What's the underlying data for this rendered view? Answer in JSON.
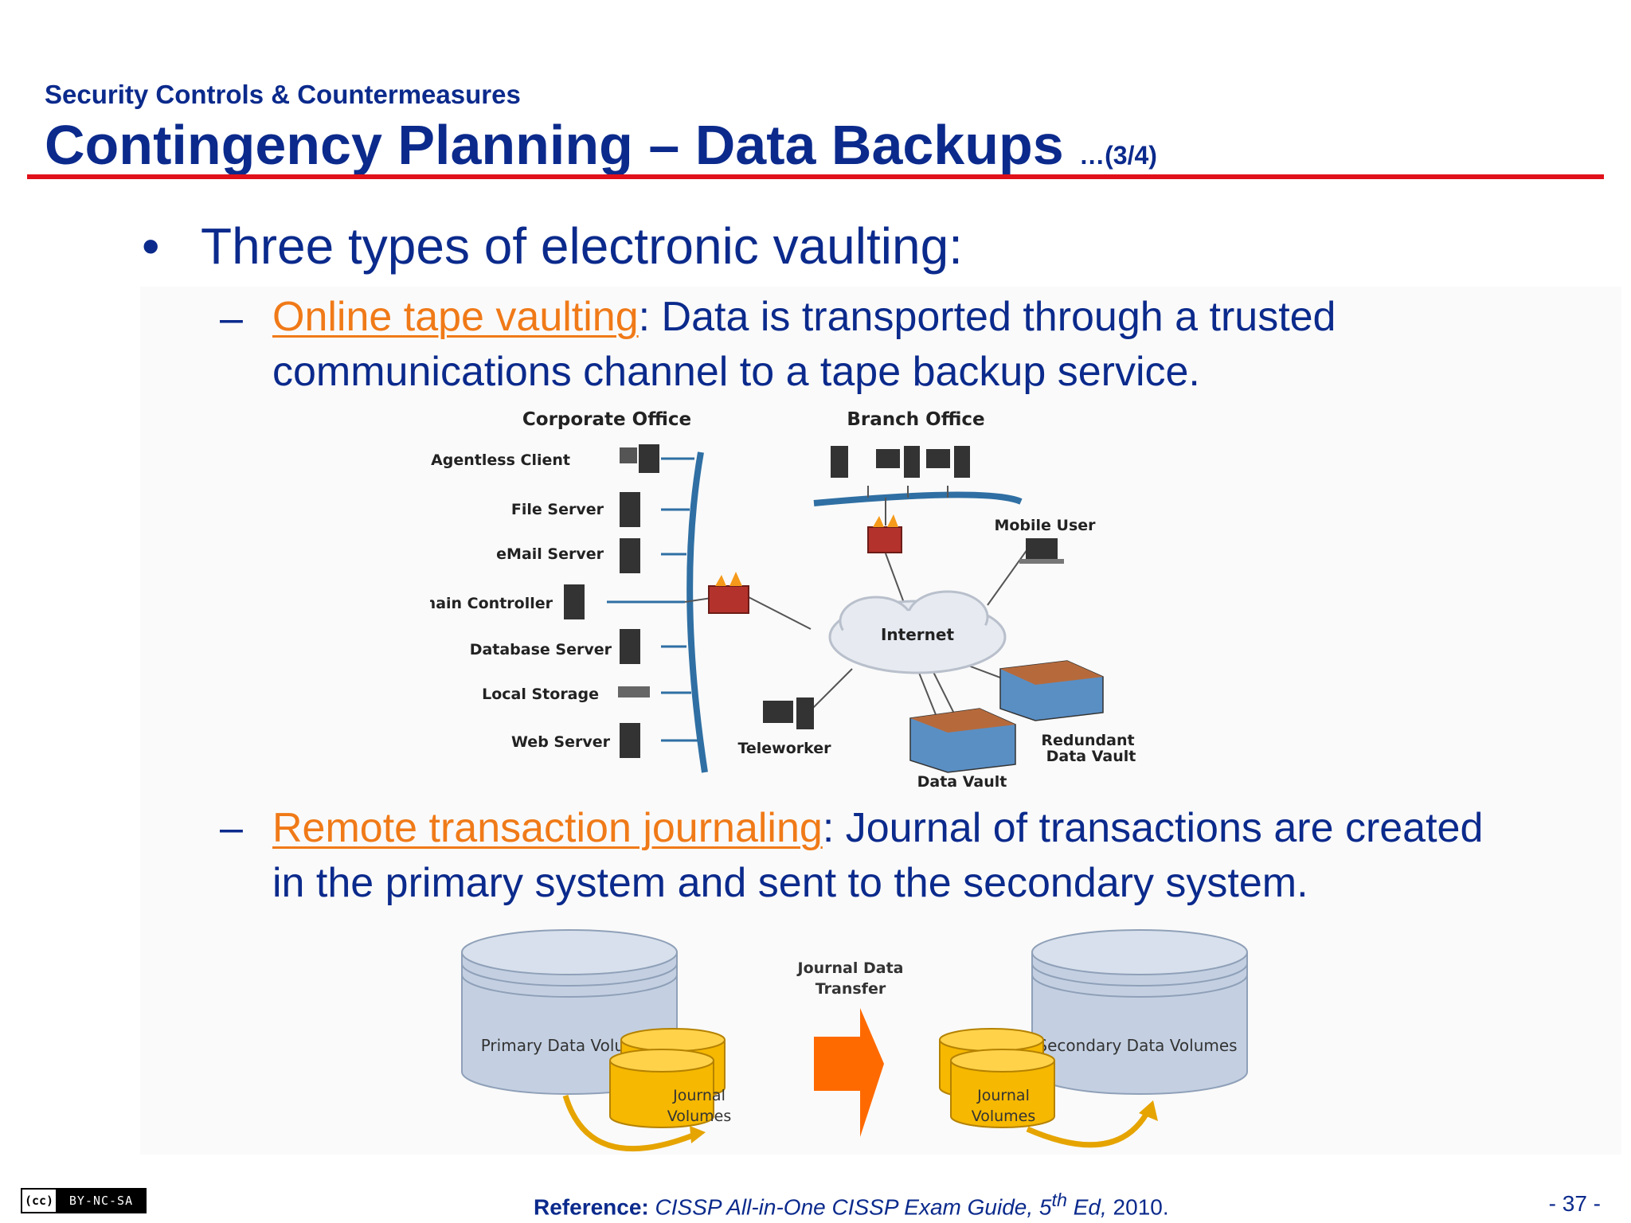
{
  "header": {
    "kicker": "Security Controls & Countermeasures",
    "title": "Contingency Planning – Data Backups",
    "page_marker": "…(3/4)"
  },
  "bullet": {
    "symbol": "•",
    "text": "Three types of electronic vaulting:"
  },
  "items": [
    {
      "dash": "–",
      "term": "Online tape vaulting",
      "text": ":  Data is transported through a trusted communications channel to a tape backup service."
    },
    {
      "dash": "–",
      "term": "Remote transaction journaling",
      "text": ": Journal of transactions are created in the primary system and sent to the secondary system."
    }
  ],
  "network_diagram": {
    "corporate_office": "Corporate Office",
    "branch_office": "Branch Office",
    "corporate_nodes": [
      "Agentless Client",
      "File Server",
      "eMail Server",
      "Domain Controller",
      "Database Server",
      "Local Storage",
      "Web Server"
    ],
    "mobile_user": "Mobile User",
    "internet": "Internet",
    "teleworker": "Teleworker",
    "data_vault": "Data Vault",
    "redundant_vault_line1": "Redundant",
    "redundant_vault_line2": "Data Vault"
  },
  "journal_diagram": {
    "primary": "Primary Data Volumes",
    "secondary": "Secondary Data Volumes",
    "journal_line1": "Journal",
    "journal_line2": "Volumes",
    "transfer_line1": "Journal Data",
    "transfer_line2": "Transfer"
  },
  "footer": {
    "ref_label": "Reference:",
    "ref_title": "CISSP All-in-One CISSP Exam Guide, 5",
    "ref_sup": "th",
    "ref_ed": " Ed,",
    "ref_year": " 2010.",
    "page_number": "- 37 -",
    "license_cc": "(cc)",
    "license_text": "BY-NC-SA"
  },
  "colors": {
    "title_blue": "#0b2a8c",
    "rule_red": "#e0111a",
    "term_orange": "#f07a18",
    "cylinder_blue": "#c4d0e2",
    "journal_gold": "#f6b800",
    "arrow_orange": "#ff6a00"
  }
}
